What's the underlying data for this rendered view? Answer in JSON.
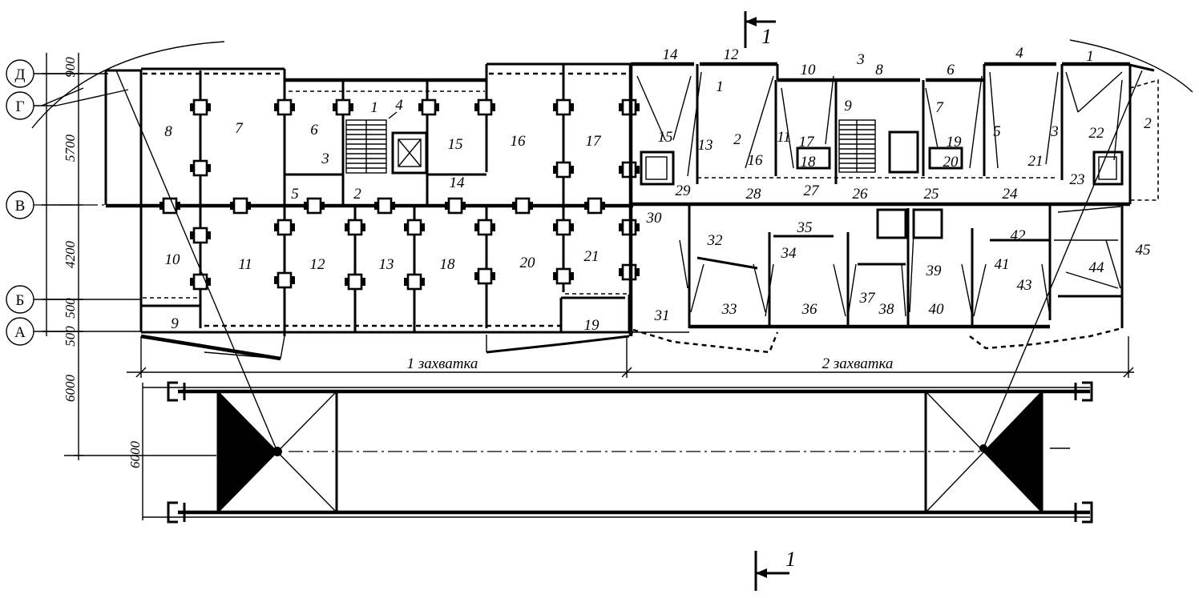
{
  "axes": [
    {
      "letter": "Д"
    },
    {
      "letter": "Г"
    },
    {
      "letter": "В"
    },
    {
      "letter": "Б"
    },
    {
      "letter": "А"
    }
  ],
  "left_dims": [
    "900",
    "5700",
    "4200",
    "500",
    "500",
    "6000"
  ],
  "crane_dim": "6000",
  "section_mark": "1",
  "captures": [
    "1 захватка",
    "2 захватка"
  ],
  "rooms_left": [
    "8",
    "7",
    "6",
    "1",
    "4",
    "3",
    "15",
    "16",
    "17",
    "5",
    "2",
    "14",
    "10",
    "11",
    "12",
    "13",
    "18",
    "20",
    "21",
    "9",
    "19"
  ],
  "rooms_right": [
    "14",
    "12",
    "10",
    "3",
    "8",
    "6",
    "4",
    "1",
    "1",
    "9",
    "7",
    "5",
    "3",
    "2",
    "11",
    "15",
    "13",
    "2",
    "16",
    "17",
    "18",
    "19",
    "20",
    "21",
    "22",
    "23",
    "29",
    "28",
    "27",
    "26",
    "25",
    "24",
    "30",
    "32",
    "35",
    "34",
    "42",
    "41",
    "45",
    "44",
    "43",
    "31",
    "33",
    "36",
    "37",
    "38",
    "39",
    "40"
  ]
}
